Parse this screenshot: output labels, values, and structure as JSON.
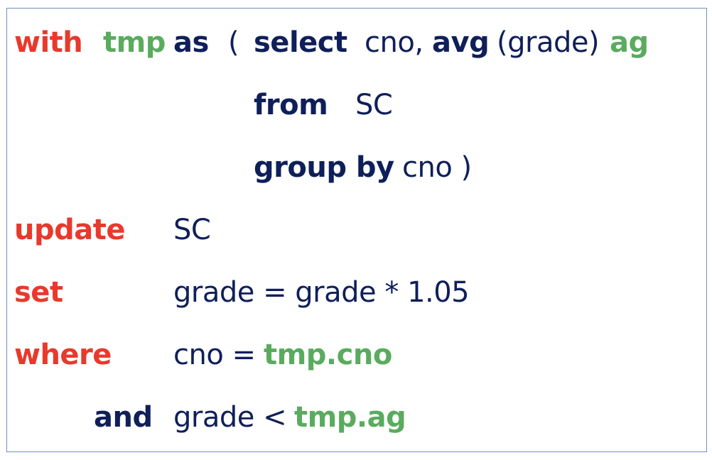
{
  "code": {
    "line1": {
      "with": "with",
      "tmp": "tmp",
      "as": "as",
      "open_paren": "(",
      "select": "select",
      "cols_a": "cno,",
      "avg": "avg",
      "cols_b": "(grade)",
      "ag": "ag"
    },
    "line2": {
      "from": "from",
      "table": "SC"
    },
    "line3": {
      "group_by": "group by",
      "rest": "cno )"
    },
    "line4": {
      "update": "update",
      "table": "SC"
    },
    "line5": {
      "set": "set",
      "expr": "grade = grade * 1.05"
    },
    "line6": {
      "where": "where",
      "lhs": "cno =",
      "rhs": "tmp.cno"
    },
    "line7": {
      "and": "and",
      "lhs": "grade <",
      "rhs": "tmp.ag"
    }
  },
  "colors": {
    "keyword_red": "#e8392c",
    "identifier_green": "#5aab5e",
    "keyword_navy": "#0f1f5a",
    "border": "#6d8fbf"
  }
}
